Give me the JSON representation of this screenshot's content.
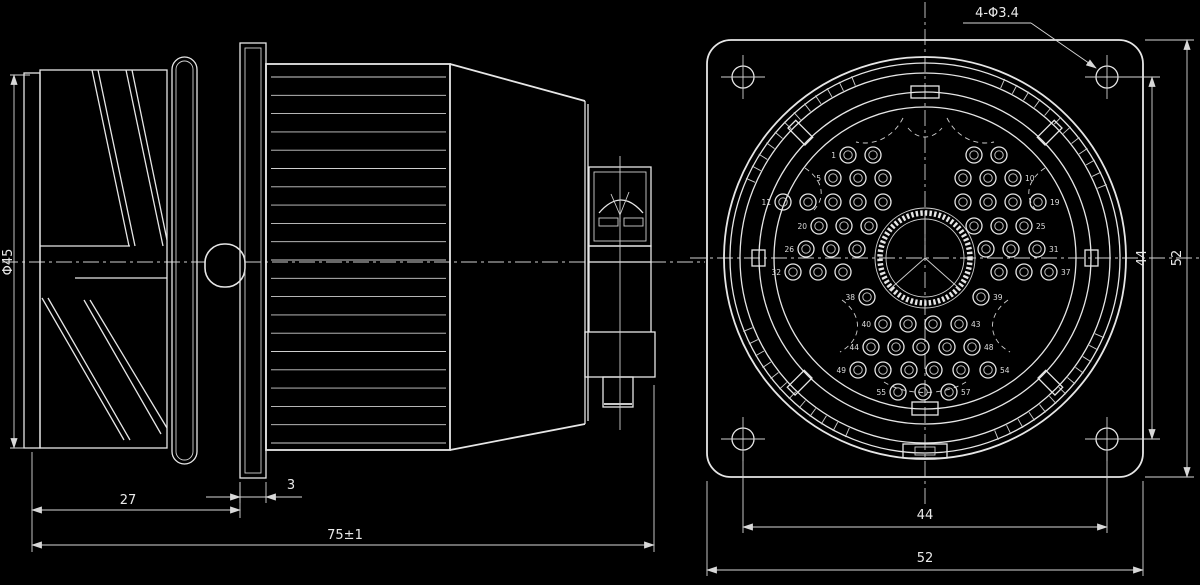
{
  "meta": {
    "description": "Two-view engineering drawing of a 57-contact circular panel-mount connector: side section view (left) and mating-face view (right)"
  },
  "colors": {
    "background": "#000000",
    "line": "#e6e6e6"
  },
  "dimensions": {
    "shell_diameter": "Φ45",
    "backshell_length": "27",
    "flange_thickness": "3",
    "overall_length": "75±1",
    "mounting_holes": "4-Φ3.4",
    "hole_pitch_h": "44",
    "flange_width": "52",
    "hole_pitch_v": "44",
    "flange_height": "52"
  },
  "pins": {
    "count": 57,
    "items": [
      [
        848,
        155,
        "1",
        "L"
      ],
      [
        873,
        155,
        "",
        ""
      ],
      [
        974,
        155,
        "",
        ""
      ],
      [
        999,
        155,
        "",
        ""
      ],
      [
        833,
        178,
        "5",
        "L"
      ],
      [
        858,
        178,
        "",
        ""
      ],
      [
        883,
        178,
        "",
        ""
      ],
      [
        963,
        178,
        "",
        ""
      ],
      [
        988,
        178,
        "",
        ""
      ],
      [
        1013,
        178,
        "10",
        "R"
      ],
      [
        783,
        202,
        "11",
        "L"
      ],
      [
        808,
        202,
        "",
        ""
      ],
      [
        833,
        202,
        "",
        ""
      ],
      [
        858,
        202,
        "",
        ""
      ],
      [
        883,
        202,
        "",
        ""
      ],
      [
        963,
        202,
        "",
        ""
      ],
      [
        988,
        202,
        "",
        ""
      ],
      [
        1013,
        202,
        "",
        ""
      ],
      [
        1038,
        202,
        "19",
        "R"
      ],
      [
        819,
        226,
        "20",
        "L"
      ],
      [
        844,
        226,
        "",
        ""
      ],
      [
        869,
        226,
        "",
        ""
      ],
      [
        974,
        226,
        "",
        ""
      ],
      [
        999,
        226,
        "",
        ""
      ],
      [
        1024,
        226,
        "25",
        "R"
      ],
      [
        806,
        249,
        "26",
        "L"
      ],
      [
        831,
        249,
        "",
        ""
      ],
      [
        857,
        249,
        "",
        ""
      ],
      [
        986,
        249,
        "",
        ""
      ],
      [
        1011,
        249,
        "",
        ""
      ],
      [
        1037,
        249,
        "31",
        "R"
      ],
      [
        793,
        272,
        "32",
        "L"
      ],
      [
        818,
        272,
        "",
        ""
      ],
      [
        843,
        272,
        "",
        ""
      ],
      [
        999,
        272,
        "",
        ""
      ],
      [
        1024,
        272,
        "",
        ""
      ],
      [
        1049,
        272,
        "37",
        "R"
      ],
      [
        867,
        297,
        "38",
        "L"
      ],
      [
        981,
        297,
        "39",
        "R"
      ],
      [
        883,
        324,
        "40",
        "L"
      ],
      [
        908,
        324,
        "",
        ""
      ],
      [
        933,
        324,
        "",
        ""
      ],
      [
        959,
        324,
        "43",
        "R"
      ],
      [
        871,
        347,
        "44",
        "L"
      ],
      [
        896,
        347,
        "",
        ""
      ],
      [
        921,
        347,
        "",
        ""
      ],
      [
        947,
        347,
        "",
        ""
      ],
      [
        972,
        347,
        "48",
        "R"
      ],
      [
        858,
        370,
        "49",
        "L"
      ],
      [
        883,
        370,
        "",
        ""
      ],
      [
        909,
        370,
        "",
        ""
      ],
      [
        934,
        370,
        "",
        ""
      ],
      [
        961,
        370,
        "",
        ""
      ],
      [
        988,
        370,
        "54",
        "R"
      ],
      [
        898,
        392,
        "55",
        "L"
      ],
      [
        923,
        392,
        "",
        ""
      ],
      [
        949,
        392,
        "57",
        "R"
      ]
    ]
  }
}
